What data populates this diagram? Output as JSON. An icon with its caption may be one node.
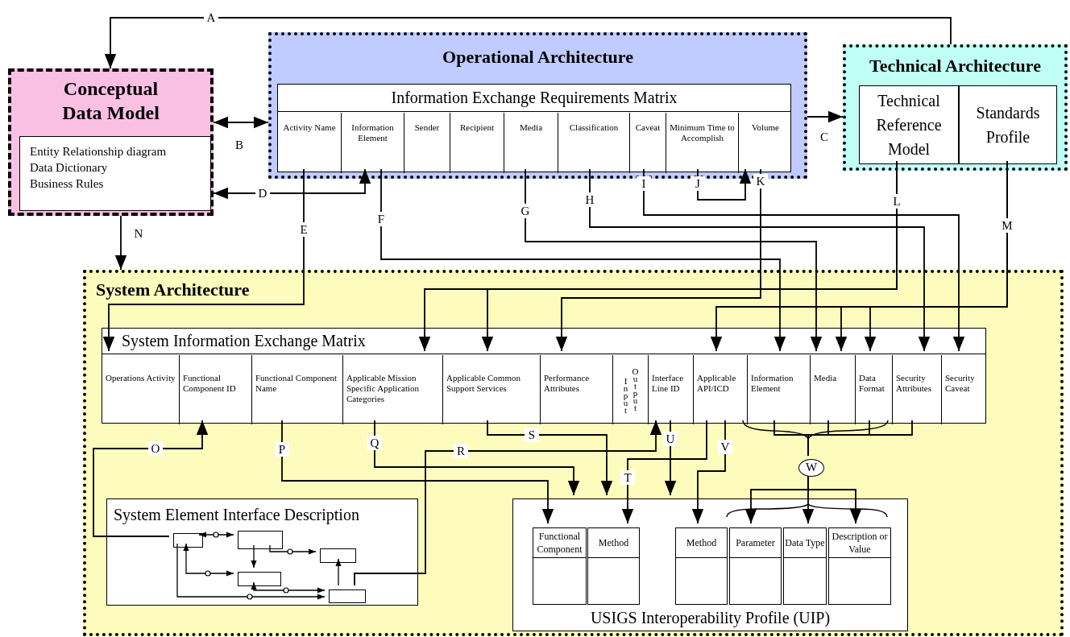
{
  "diagram": {
    "nodes": [
      {
        "text": [
          "Conceptual Data Model"
        ]
      },
      {
        "text": [
          "Entity Relationship diagram",
          "Data Dictionary",
          "Business Rules"
        ],
        "in": 0
      },
      {
        "text": [
          "Operational Architecture"
        ]
      },
      {
        "text": [
          "Information Exchange Requirements Matrix"
        ],
        "in": 2
      },
      {
        "text": [
          "Activity Name"
        ],
        "in": 3
      },
      {
        "text": [
          "Information Element"
        ],
        "in": 3
      },
      {
        "text": [
          "Sender"
        ],
        "in": 3
      },
      {
        "text": [
          "Recipient"
        ],
        "in": 3
      },
      {
        "text": [
          "Media"
        ],
        "in": 3
      },
      {
        "text": [
          "Classification"
        ],
        "in": 3
      },
      {
        "text": [
          "Caveat"
        ],
        "in": 3
      },
      {
        "text": [
          "Minimum Time to Accomplish"
        ],
        "in": 3
      },
      {
        "text": [
          "Volume"
        ],
        "in": 3
      },
      {
        "text": [
          "Technical Architecture"
        ]
      },
      {
        "text": [
          "Technical Reference Model"
        ],
        "in": 13
      },
      {
        "text": [
          "Standards Profile"
        ],
        "in": 13
      },
      {
        "text": [
          "System Architecture"
        ]
      },
      {
        "text": [
          "System Information Exchange Matrix"
        ],
        "in": 16
      },
      {
        "text": [
          "Operations Activity"
        ],
        "in": 17
      },
      {
        "text": [
          "Functional Component ID"
        ],
        "in": 17
      },
      {
        "text": [
          "Functional Component Name"
        ],
        "in": 17
      },
      {
        "text": [
          "Applicable Mission Specific Application Categories"
        ],
        "in": 17
      },
      {
        "text": [
          "Applicable Common Support Services"
        ],
        "in": 17
      },
      {
        "text": [
          "Performance Attributes"
        ],
        "in": 17
      },
      {
        "text": [
          "Input",
          "Output"
        ],
        "in": 17
      },
      {
        "text": [
          "Interface Line ID"
        ],
        "in": 17
      },
      {
        "text": [
          "Applicable API/ICD"
        ],
        "in": 17
      },
      {
        "text": [
          "Information Element"
        ],
        "in": 17
      },
      {
        "text": [
          "Media"
        ],
        "in": 17
      },
      {
        "text": [
          "Data Format"
        ],
        "in": 17
      },
      {
        "text": [
          "Security Attributes"
        ],
        "in": 17
      },
      {
        "text": [
          "Security Caveat"
        ],
        "in": 17
      },
      {
        "text": [
          "System Element Interface Description"
        ],
        "in": 16
      },
      {
        "text": [],
        "shape": "box",
        "in": 32
      },
      {
        "text": [],
        "shape": "box",
        "in": 32
      },
      {
        "text": [],
        "shape": "box",
        "in": 32
      },
      {
        "text": [],
        "shape": "box",
        "in": 32
      },
      {
        "text": [],
        "shape": "box",
        "in": 32
      },
      {
        "text": [
          "USIGS Interoperability Profile (UIP)"
        ],
        "in": 16
      },
      {
        "text": [
          "Functional Component"
        ],
        "in": 38
      },
      {
        "text": [
          "Method"
        ],
        "in": 38
      },
      {
        "text": [
          "Method"
        ],
        "in": 38
      },
      {
        "text": [
          "Parameter"
        ],
        "in": 38
      },
      {
        "text": [
          "Data Type"
        ],
        "in": 38
      },
      {
        "text": [
          "Description or Value"
        ],
        "in": 38
      },
      {
        "text": [
          "W"
        ],
        "in": 16
      }
    ],
    "edges": [
      {
        "from": 13,
        "to": 0,
        "arrow": "to",
        "label": "A"
      },
      {
        "from": 0,
        "to": 2,
        "arrow": "both",
        "label": "B"
      },
      {
        "from": 2,
        "to": 13,
        "arrow": "to",
        "label": "C"
      },
      {
        "from": 0,
        "to": 5,
        "arrow": "both",
        "label": "D"
      },
      {
        "from": 4,
        "to": 18,
        "arrow": "to",
        "label": "E"
      },
      {
        "from": 5,
        "to": 27,
        "arrow": "to",
        "label": "F"
      },
      {
        "from": 8,
        "to": 28,
        "arrow": "to",
        "label": "G"
      },
      {
        "from": 9,
        "to": 30,
        "arrow": "to",
        "label": "H"
      },
      {
        "from": 10,
        "to": 31,
        "arrow": "to",
        "label": "I"
      },
      {
        "from": 11,
        "to": 12,
        "arrow": "to",
        "label": "J"
      },
      {
        "from": 12,
        "to": 23,
        "arrow": "to",
        "label": "K"
      },
      {
        "from": 14,
        "to": 21,
        "arrow": "to",
        "label": "L"
      },
      {
        "from": 14,
        "to": 22,
        "arrow": "to"
      },
      {
        "from": 15,
        "to": 26,
        "arrow": "to",
        "label": "M"
      },
      {
        "from": 15,
        "to": 28,
        "arrow": "to"
      },
      {
        "from": 15,
        "to": 29,
        "arrow": "to"
      },
      {
        "from": 0,
        "to": 16,
        "arrow": "to",
        "label": "N"
      },
      {
        "from": 33,
        "to": 19,
        "arrow": "to",
        "label": "O"
      },
      {
        "from": 20,
        "to": 39,
        "arrow": "to",
        "label": "P"
      },
      {
        "from": 21,
        "to": 38,
        "arrow": "to",
        "label": "Q"
      },
      {
        "from": 37,
        "to": 25,
        "arrow": "to",
        "label": "R"
      },
      {
        "from": 22,
        "to": 38,
        "arrow": "to",
        "label": "S"
      },
      {
        "from": 26,
        "to": 40,
        "arrow": "to",
        "label": "T"
      },
      {
        "from": 25,
        "to": 38,
        "arrow": "to",
        "label": "U"
      },
      {
        "from": 26,
        "to": 41,
        "arrow": "to",
        "label": "V"
      },
      {
        "from": 27,
        "to": 45,
        "arrow": "none"
      },
      {
        "from": 28,
        "to": 45,
        "arrow": "none"
      },
      {
        "from": 29,
        "to": 45,
        "arrow": "none"
      },
      {
        "from": 30,
        "to": 45,
        "arrow": "none"
      },
      {
        "from": 45,
        "to": 42,
        "arrow": "to"
      },
      {
        "from": 45,
        "to": 43,
        "arrow": "to"
      },
      {
        "from": 45,
        "to": 44,
        "arrow": "to"
      },
      {
        "from": 33,
        "to": 34,
        "arrow": "both"
      },
      {
        "from": 34,
        "to": 35,
        "arrow": "to"
      },
      {
        "from": 34,
        "to": 36,
        "arrow": "to"
      },
      {
        "from": 33,
        "to": 36,
        "arrow": "both"
      },
      {
        "from": 36,
        "to": 37,
        "arrow": "both"
      },
      {
        "from": 33,
        "to": 37,
        "arrow": "to"
      },
      {
        "from": 37,
        "to": 35,
        "arrow": "to"
      }
    ]
  }
}
